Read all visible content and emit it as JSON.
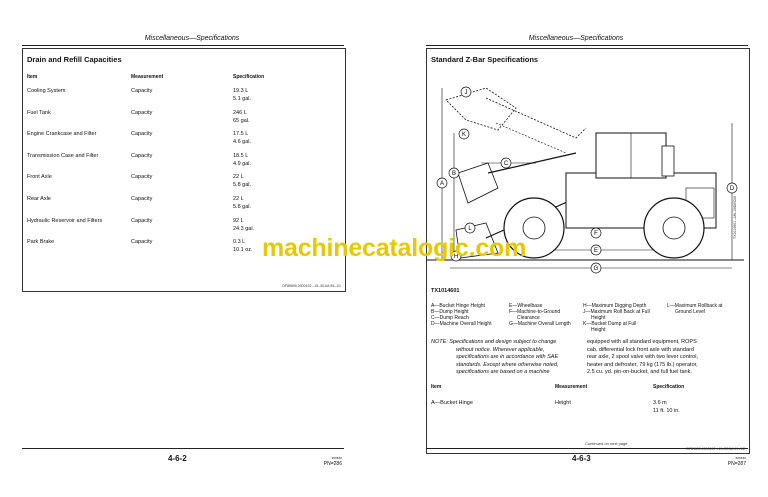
{
  "left_page": {
    "running_head": "Miscellaneous—Specifications",
    "table_title": "Drain and Refill Capacities",
    "col_item": "Item",
    "col_measurement": "Measurement",
    "col_specification": "Specification",
    "rows": [
      {
        "item": "Cooling System",
        "measurement": "Capacity",
        "spec1": "19.3 L",
        "spec2": "5.1 gal."
      },
      {
        "item": "Fuel Tank",
        "measurement": "Capacity",
        "spec1": "246 L",
        "spec2": "65 gal."
      },
      {
        "item": "Engine Crankcase and Filter",
        "measurement": "Capacity",
        "spec1": "17.5 L",
        "spec2": "4.6 gal."
      },
      {
        "item": "Transmission Case and Filter",
        "measurement": "Capacity",
        "spec1": "18.5 L",
        "spec2": "4.9 gal."
      },
      {
        "item": "Front Axle",
        "measurement": "Capacity",
        "spec1": "22 L",
        "spec2": "5.8 gal."
      },
      {
        "item": "Rear Axle",
        "measurement": "Capacity",
        "spec1": "22 L",
        "spec2": "5.8 gal."
      },
      {
        "item": "Hydraulic Reservoir and Filters",
        "measurement": "Capacity",
        "spec1": "92 L",
        "spec2": "24.3 gal."
      },
      {
        "item": "Park Brake",
        "measurement": "Capacity",
        "spec1": "0.3 L",
        "spec2": "10.1 oz."
      }
    ],
    "ref_code": "DF89690,0000192 –19–30JUL99–1/1",
    "page_number": "4-6-2",
    "pn_line1": "xxxxxx",
    "pn_line2": "PN=286"
  },
  "right_page": {
    "running_head": "Miscellaneous—Specifications",
    "section_title": "Standard Z-Bar Specifications",
    "figure_id": "TX1014601",
    "figure_side_code": "TX1014601 –UN–06DEC06",
    "legend_col1": [
      "A—Bucket Hinge Height",
      "B—Dump Height",
      "C—Dump Reach",
      "D—Machine Overall Height"
    ],
    "legend_col2": [
      "E—Wheelbase",
      "F—Machine-to-Ground",
      "Clearance",
      "G—Machine Overall Length"
    ],
    "legend_col3": [
      "H—Maximum Digging Depth",
      "J—Maximum Roll Back at Full",
      "Height",
      "K—Bucket Dump at Full",
      "Height"
    ],
    "legend_col4": [
      "L—Maximum Rollback at",
      "Ground Level"
    ],
    "note_left": [
      "NOTE:  Specifications and design subject to change",
      "without notice. Wherever applicable,",
      "specifications are in accordance with SAE",
      "standards. Except where otherwise noted,",
      "specifications are based on a machine"
    ],
    "note_right": [
      "equipped with all standard equipment, ROPS",
      "cab, differential lock front axle with standard",
      "rear axle, 2 spool valve with two lever control,",
      "heater and defroster, 79 kg (175 lb.) operator,",
      "2.5 cu. yd. pin-on-bucket, and full fuel tank."
    ],
    "col_item": "Item",
    "col_measurement": "Measurement",
    "col_specification": "Specification",
    "spec_row": {
      "item": "A—Bucket Hinge",
      "measurement": "Height",
      "spec1": "3.6 m",
      "spec2": "11 ft. 10 in."
    },
    "continued": "Continued on next page",
    "ref_code": "DF89690,0000192 –19–30JUL99–1/2",
    "page_number": "4-6-3",
    "pn_line1": "xxxxxx",
    "pn_line2": "PN=287",
    "dim_letters": [
      "A",
      "B",
      "C",
      "D",
      "E",
      "F",
      "G",
      "H",
      "J",
      "K",
      "L"
    ]
  },
  "watermark": "machinecatalogic.com"
}
